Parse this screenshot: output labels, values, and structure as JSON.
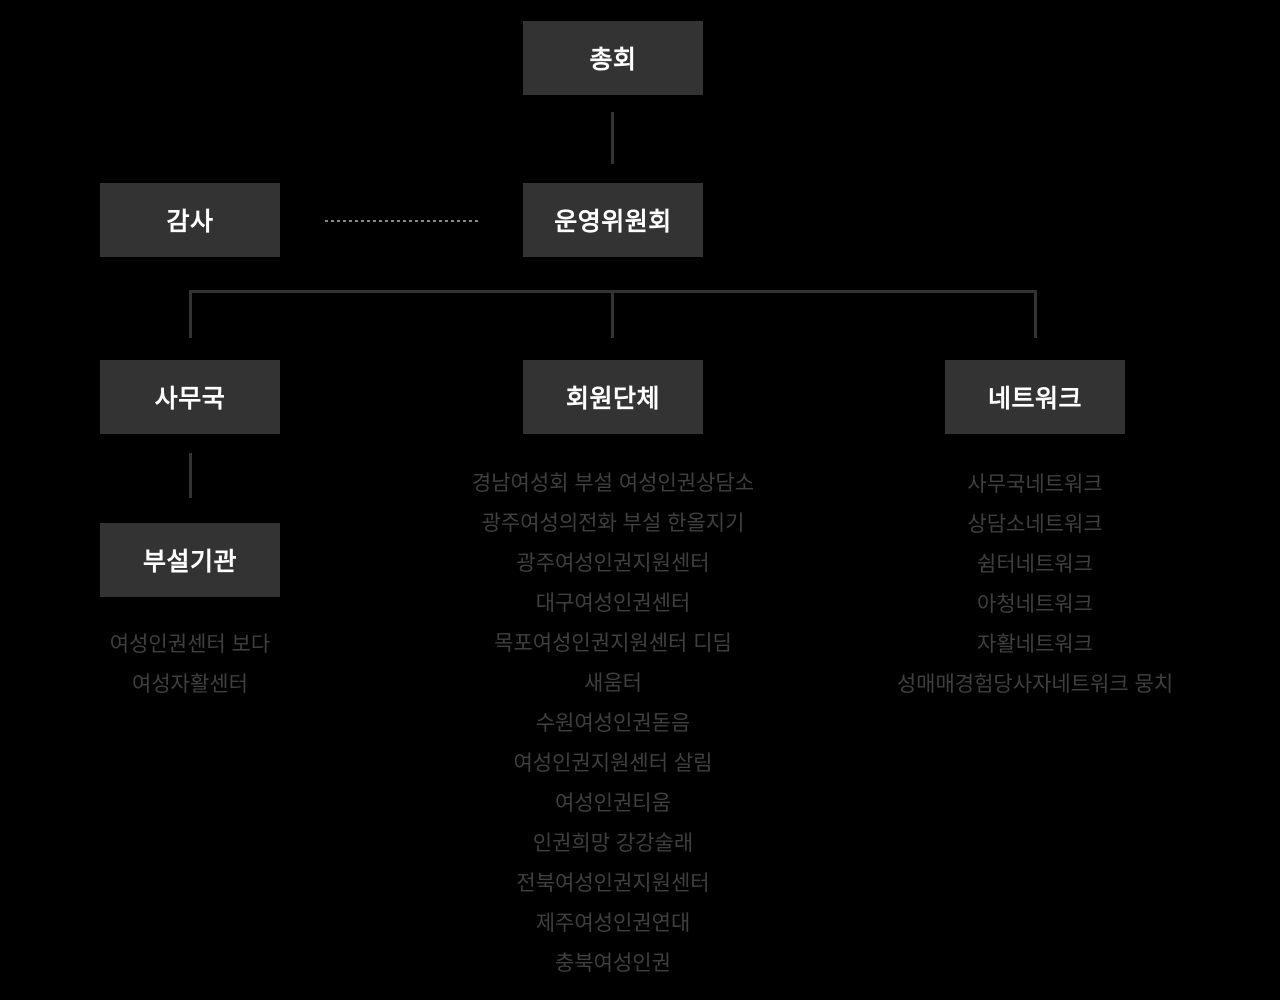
{
  "nodes": {
    "general_assembly": "총회",
    "audit": "감사",
    "steering_committee": "운영위원회",
    "secretariat": "사무국",
    "member_orgs": "회원단체",
    "network": "네트워크",
    "affiliates": "부설기관"
  },
  "lists": {
    "affiliates": [
      "여성인권센터 보다",
      "여성자활센터"
    ],
    "member_orgs": [
      "경남여성회 부설 여성인권상담소",
      "광주여성의전화 부설 한올지기",
      "광주여성인권지원센터",
      "대구여성인권센터",
      "목포여성인권지원센터 디딤",
      "새움터",
      "수원여성인권돋음",
      "여성인권지원센터 살림",
      "여성인권티움",
      "인권희망 강강술래",
      "전북여성인권지원센터",
      "제주여성인권연대",
      "충북여성인권"
    ],
    "network": [
      "사무국네트워크",
      "상담소네트워크",
      "쉼터네트워크",
      "아청네트워크",
      "자활네트워크",
      "성매매경험당사자네트워크 뭉치"
    ]
  },
  "colors": {
    "background": "#000000",
    "box": "#333333",
    "box_text": "#ffffff",
    "line": "#333333",
    "dotted_line": "#888888",
    "list_text": "#3f3f3f"
  }
}
